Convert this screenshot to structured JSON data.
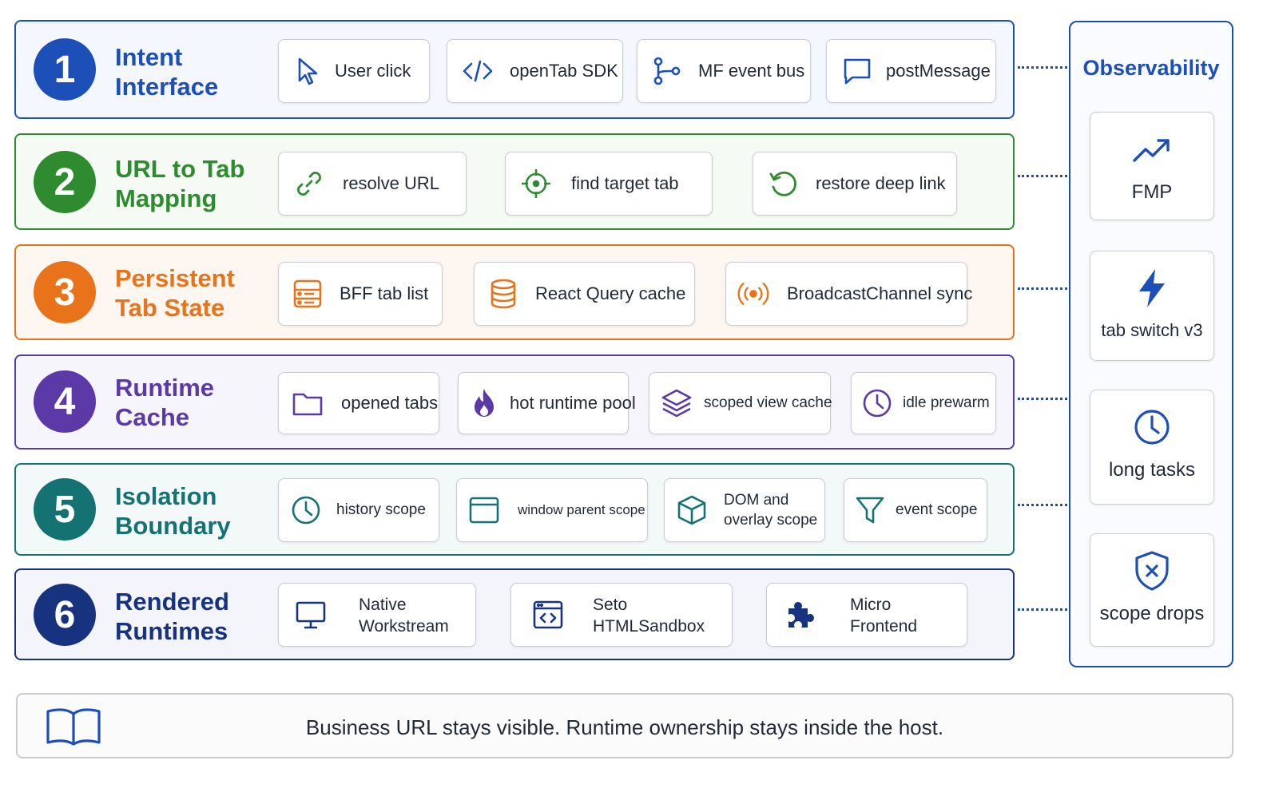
{
  "colors": {
    "layer1": "#1d4fb8",
    "layer2": "#2e8b30",
    "layer3": "#e8731a",
    "layer4": "#5b3aa8",
    "layer5": "#157272",
    "layer6": "#17327e",
    "observability": "#1d4fb8"
  },
  "layers": [
    {
      "number": "1",
      "title": [
        "Intent",
        "Interface"
      ],
      "cards": [
        {
          "icon": "cursor-icon",
          "label": "User click"
        },
        {
          "icon": "code-icon",
          "label": "openTab SDK"
        },
        {
          "icon": "branch-icon",
          "label": "MF event bus"
        },
        {
          "icon": "message-icon",
          "label": "postMessage"
        }
      ]
    },
    {
      "number": "2",
      "title": [
        "URL to Tab",
        "Mapping"
      ],
      "cards": [
        {
          "icon": "link-icon",
          "label": "resolve URL"
        },
        {
          "icon": "target-icon",
          "label": "find target tab"
        },
        {
          "icon": "restore-icon",
          "label": "restore deep link"
        }
      ]
    },
    {
      "number": "3",
      "title": [
        "Persistent",
        "Tab State"
      ],
      "cards": [
        {
          "icon": "list-icon",
          "label": "BFF tab list"
        },
        {
          "icon": "database-icon",
          "label": "React Query cache"
        },
        {
          "icon": "broadcast-icon",
          "label": "BroadcastChannel sync"
        }
      ]
    },
    {
      "number": "4",
      "title": [
        "Runtime",
        "Cache"
      ],
      "cards": [
        {
          "icon": "folder-icon",
          "label": "opened tabs"
        },
        {
          "icon": "flame-icon",
          "label": "hot runtime pool"
        },
        {
          "icon": "layers-icon",
          "label": "scoped view cache"
        },
        {
          "icon": "clock-icon",
          "label": "idle prewarm"
        }
      ]
    },
    {
      "number": "5",
      "title": [
        "Isolation",
        "Boundary"
      ],
      "cards": [
        {
          "icon": "clock-icon",
          "label": "history scope"
        },
        {
          "icon": "window-icon",
          "label": "window parent scope"
        },
        {
          "icon": "cube-icon",
          "label": "DOM and overlay scope",
          "lines": [
            "DOM and",
            "overlay scope"
          ]
        },
        {
          "icon": "filter-icon",
          "label": "event scope"
        }
      ]
    },
    {
      "number": "6",
      "title": [
        "Rendered",
        "Runtimes"
      ],
      "cards": [
        {
          "icon": "monitor-icon",
          "label": "Native Workstream",
          "lines": [
            "Native",
            "Workstream"
          ]
        },
        {
          "icon": "sandbox-icon",
          "label": "Seto HTMLSandbox",
          "lines": [
            "Seto",
            "HTMLSandbox"
          ]
        },
        {
          "icon": "puzzle-icon",
          "label": "Micro Frontend",
          "lines": [
            "Micro",
            "Frontend"
          ]
        }
      ]
    }
  ],
  "observability": {
    "title": "Observability",
    "metrics": [
      {
        "icon": "trend-up-icon",
        "label": "FMP"
      },
      {
        "icon": "bolt-icon",
        "label": "tab switch v3"
      },
      {
        "icon": "clock-icon",
        "label": "long tasks"
      },
      {
        "icon": "shield-x-icon",
        "label": "scope drops"
      }
    ]
  },
  "footer": {
    "icon": "book-icon",
    "text": "Business URL stays visible. Runtime ownership stays inside the host."
  }
}
